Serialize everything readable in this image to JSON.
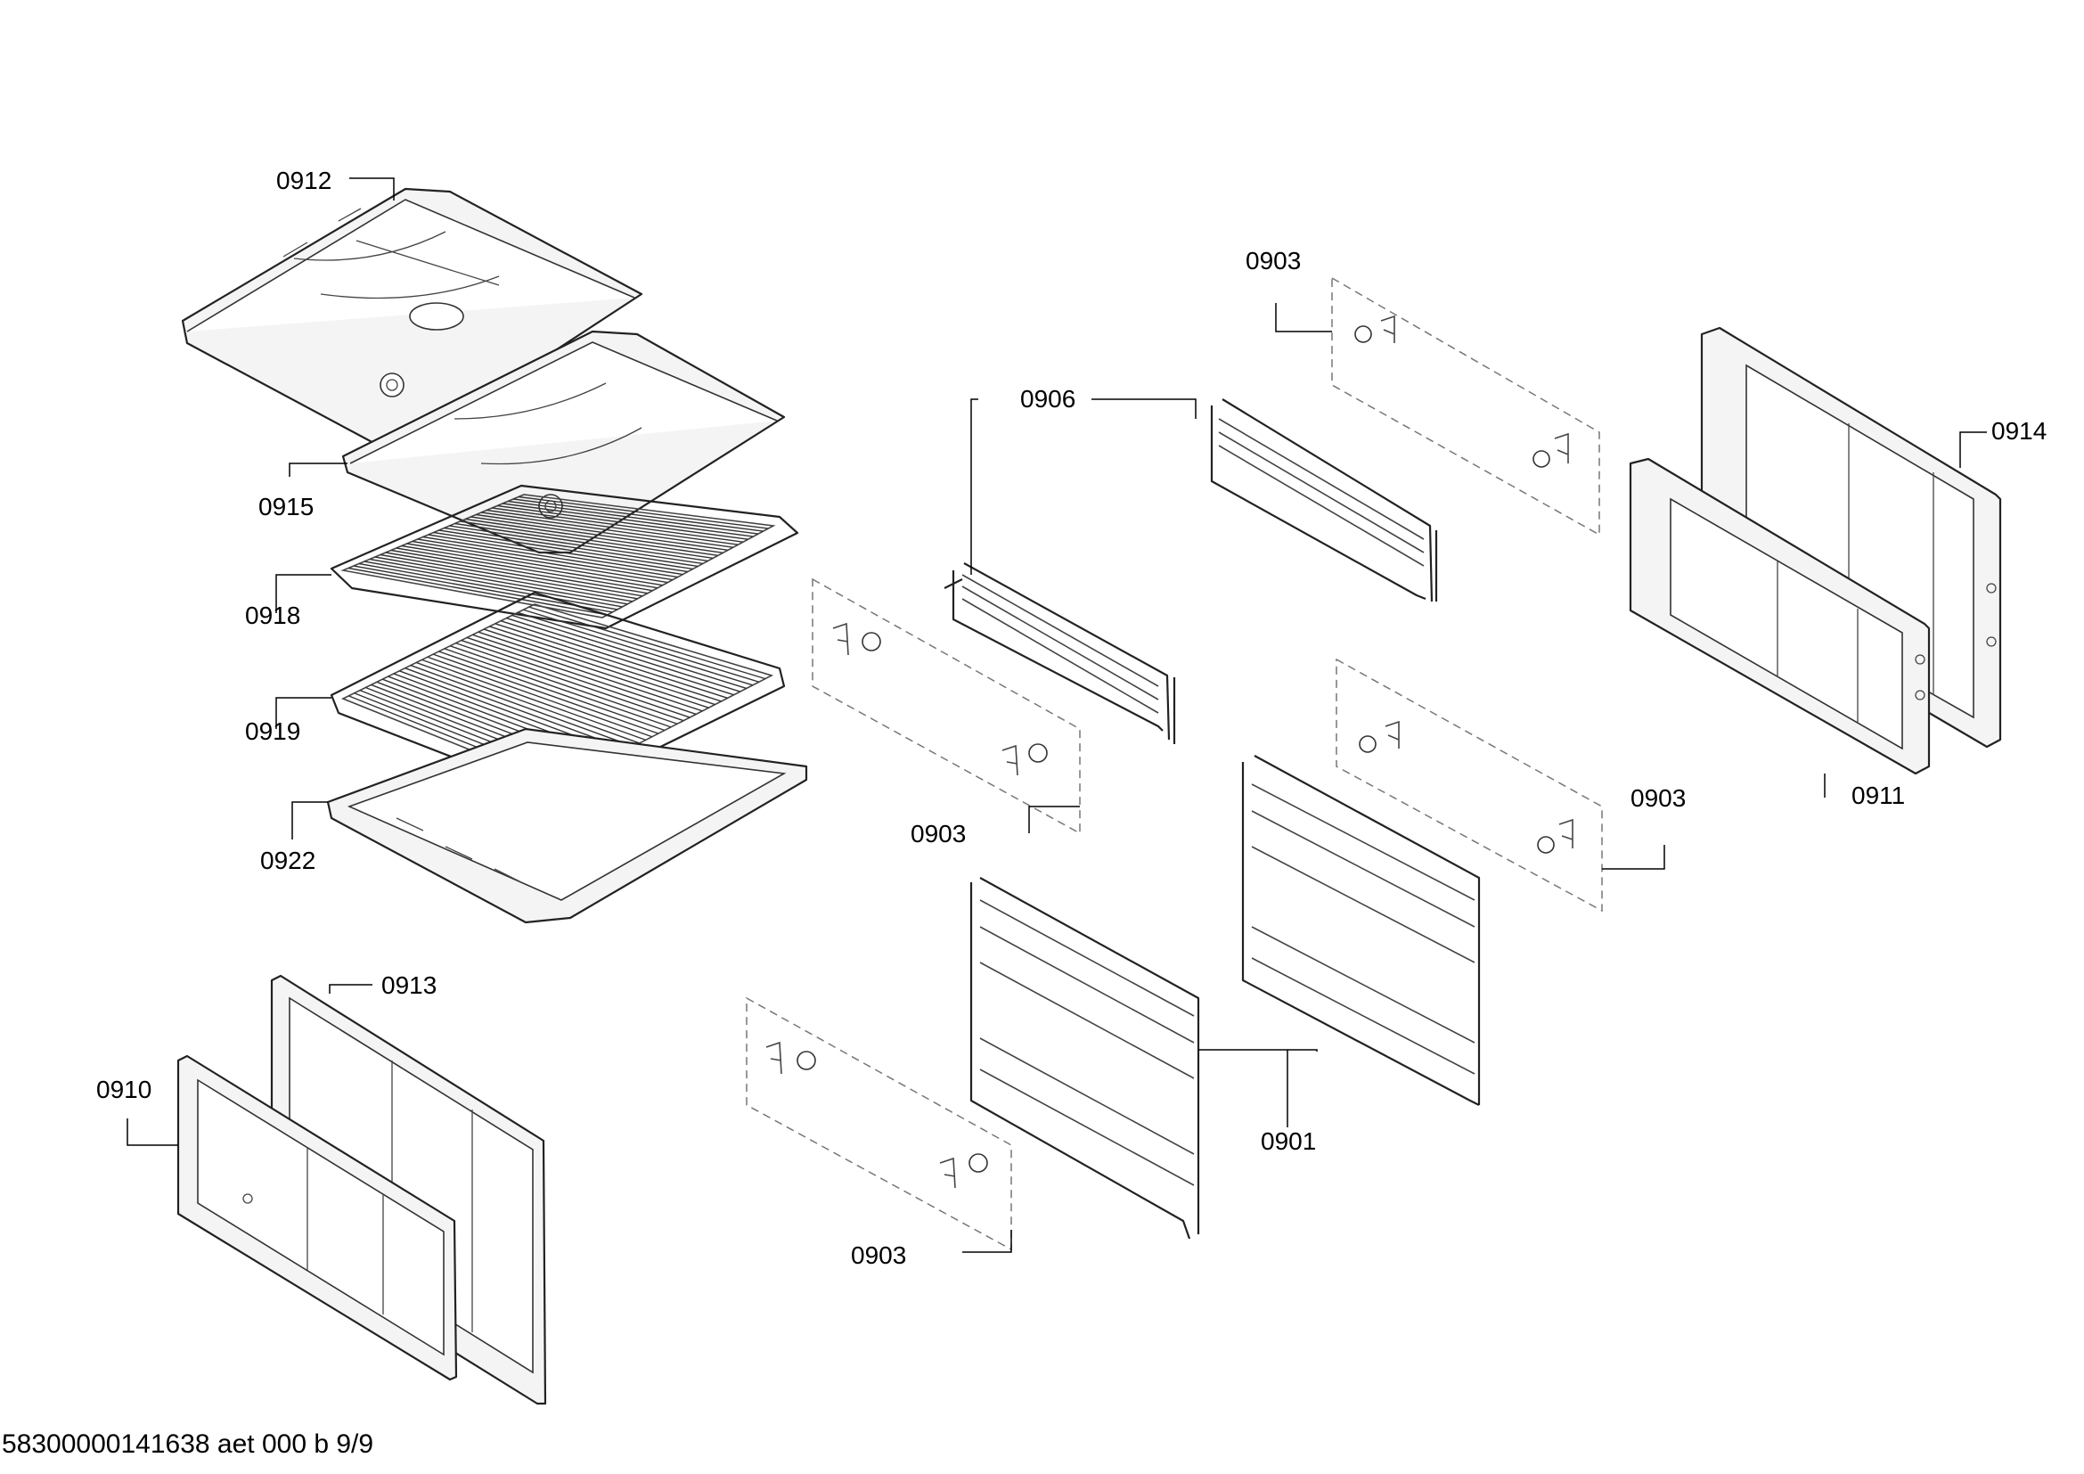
{
  "callouts": {
    "p0912": "0912",
    "p0915": "0915",
    "p0918": "0918",
    "p0919": "0919",
    "p0922": "0922",
    "p0906": "0906",
    "p0903_top": "0903",
    "p0903_mid_left": "0903",
    "p0903_mid_right": "0903",
    "p0903_bottom": "0903",
    "p0914": "0914",
    "p0911": "0911",
    "p0913": "0913",
    "p0910": "0910",
    "p0901": "0901"
  },
  "footer": {
    "document_code": "58300000141638 aet 000 b 9/9"
  }
}
